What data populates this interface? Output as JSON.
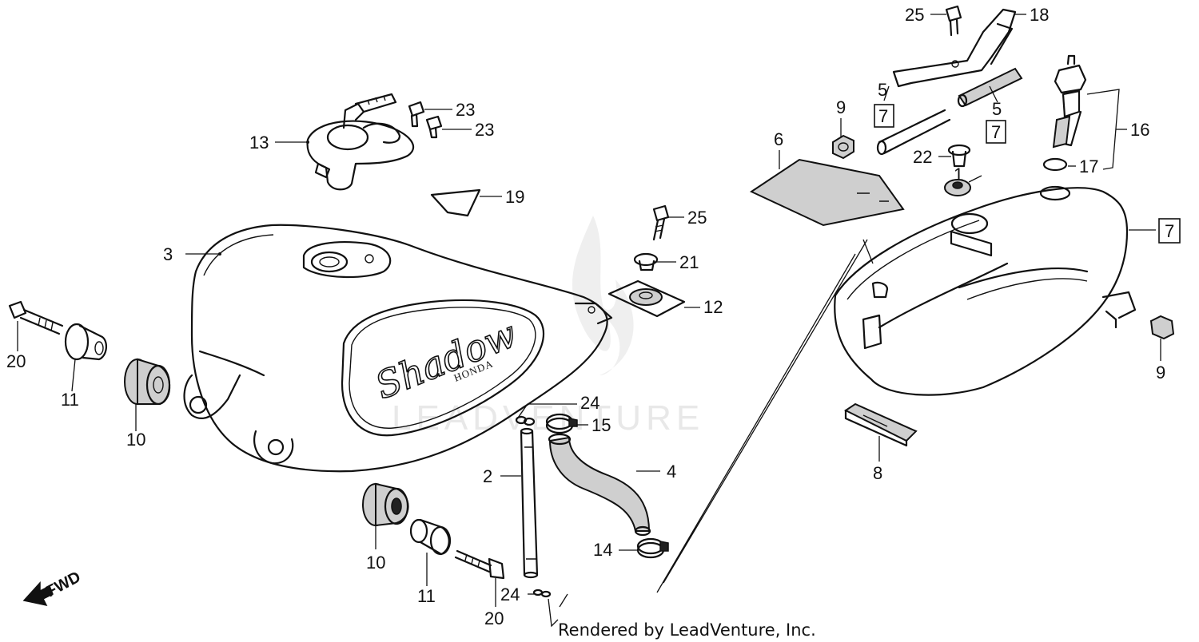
{
  "diagram": {
    "watermark": "LEADVENTURE",
    "credit": "Rendered by LeadVenture, Inc.",
    "direction_marker": "FWD",
    "tank_script": "Shadow",
    "tank_brand": "HONDA",
    "callouts": {
      "c1": "1",
      "c2": "2",
      "c3": "3",
      "c4": "4",
      "c5a": "5",
      "c5b": "5",
      "c6": "6",
      "c8": "8",
      "c9a": "9",
      "c9b": "9",
      "c10a": "10",
      "c10b": "10",
      "c11a": "11",
      "c11b": "11",
      "c12": "12",
      "c13": "13",
      "c14": "14",
      "c15": "15",
      "c16": "16",
      "c17": "17",
      "c18": "18",
      "c19": "19",
      "c20a": "20",
      "c20b": "20",
      "c21": "21",
      "c22": "22",
      "c23a": "23",
      "c23b": "23",
      "c24a": "24",
      "c24b": "24",
      "c25a": "25",
      "c25b": "25"
    },
    "boxed_refs": {
      "b1": "7",
      "b2": "7",
      "b3": "7"
    }
  }
}
